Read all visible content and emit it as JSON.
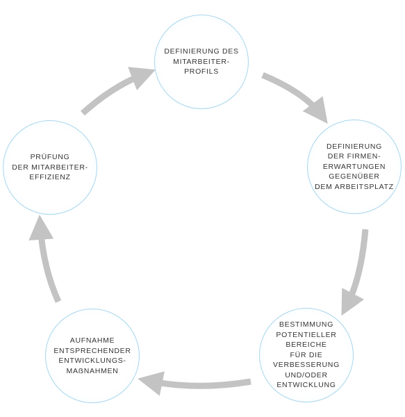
{
  "diagram": {
    "type": "cycle",
    "arrow_color": "#c3c3c3",
    "circle_border_color": "#a9d6ec",
    "text_color": "#333333",
    "nodes": [
      {
        "label": "DEFINIERUNG DES\nMITARBEITER-\nPROFILS"
      },
      {
        "label": "DEFINIERUNG\nDER FIRMEN-\nERWARTUNGEN\nGEGENÜBER\nDEM ARBEITSPLATZ"
      },
      {
        "label": "BESTIMMUNG\nPOTENTIELLER\nBEREICHE\nFÜR DIE\nVERBESSERUNG\nUND/ODER\nENTWICKLUNG"
      },
      {
        "label": "AUFNAHME\nENTSPRECHENDER\nENTWICKLUNGS-\nMAẞNAHMEN"
      },
      {
        "label": "PRÜFUNG\nDER MITARBEITER-\nEFFIZIENZ"
      }
    ],
    "edges": [
      {
        "from": 1,
        "to": 2
      },
      {
        "from": 2,
        "to": 3
      },
      {
        "from": 3,
        "to": 4
      },
      {
        "from": 4,
        "to": 5
      },
      {
        "from": 5,
        "to": 1
      }
    ]
  }
}
